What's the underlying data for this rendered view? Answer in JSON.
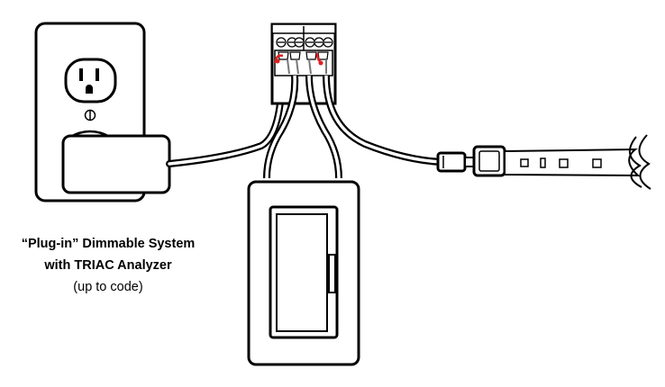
{
  "caption": {
    "line1": "“Plug-in” Dimmable System",
    "line2": "with TRIAC Analyzer",
    "line3": "(up to code)"
  },
  "colors": {
    "stroke": "#000000",
    "background": "#ffffff",
    "live_wire": "#e02020",
    "fill_gray": "#e8e8e8"
  },
  "components": {
    "outlet": "duplex-outlet-icon",
    "plug_adapter": "power-adapter-icon",
    "terminal_block": "terminal-block-icon",
    "dimmer": "wall-dimmer-switch-icon",
    "connector": "strip-connector-icon",
    "led_strip": "led-strip-icon"
  }
}
